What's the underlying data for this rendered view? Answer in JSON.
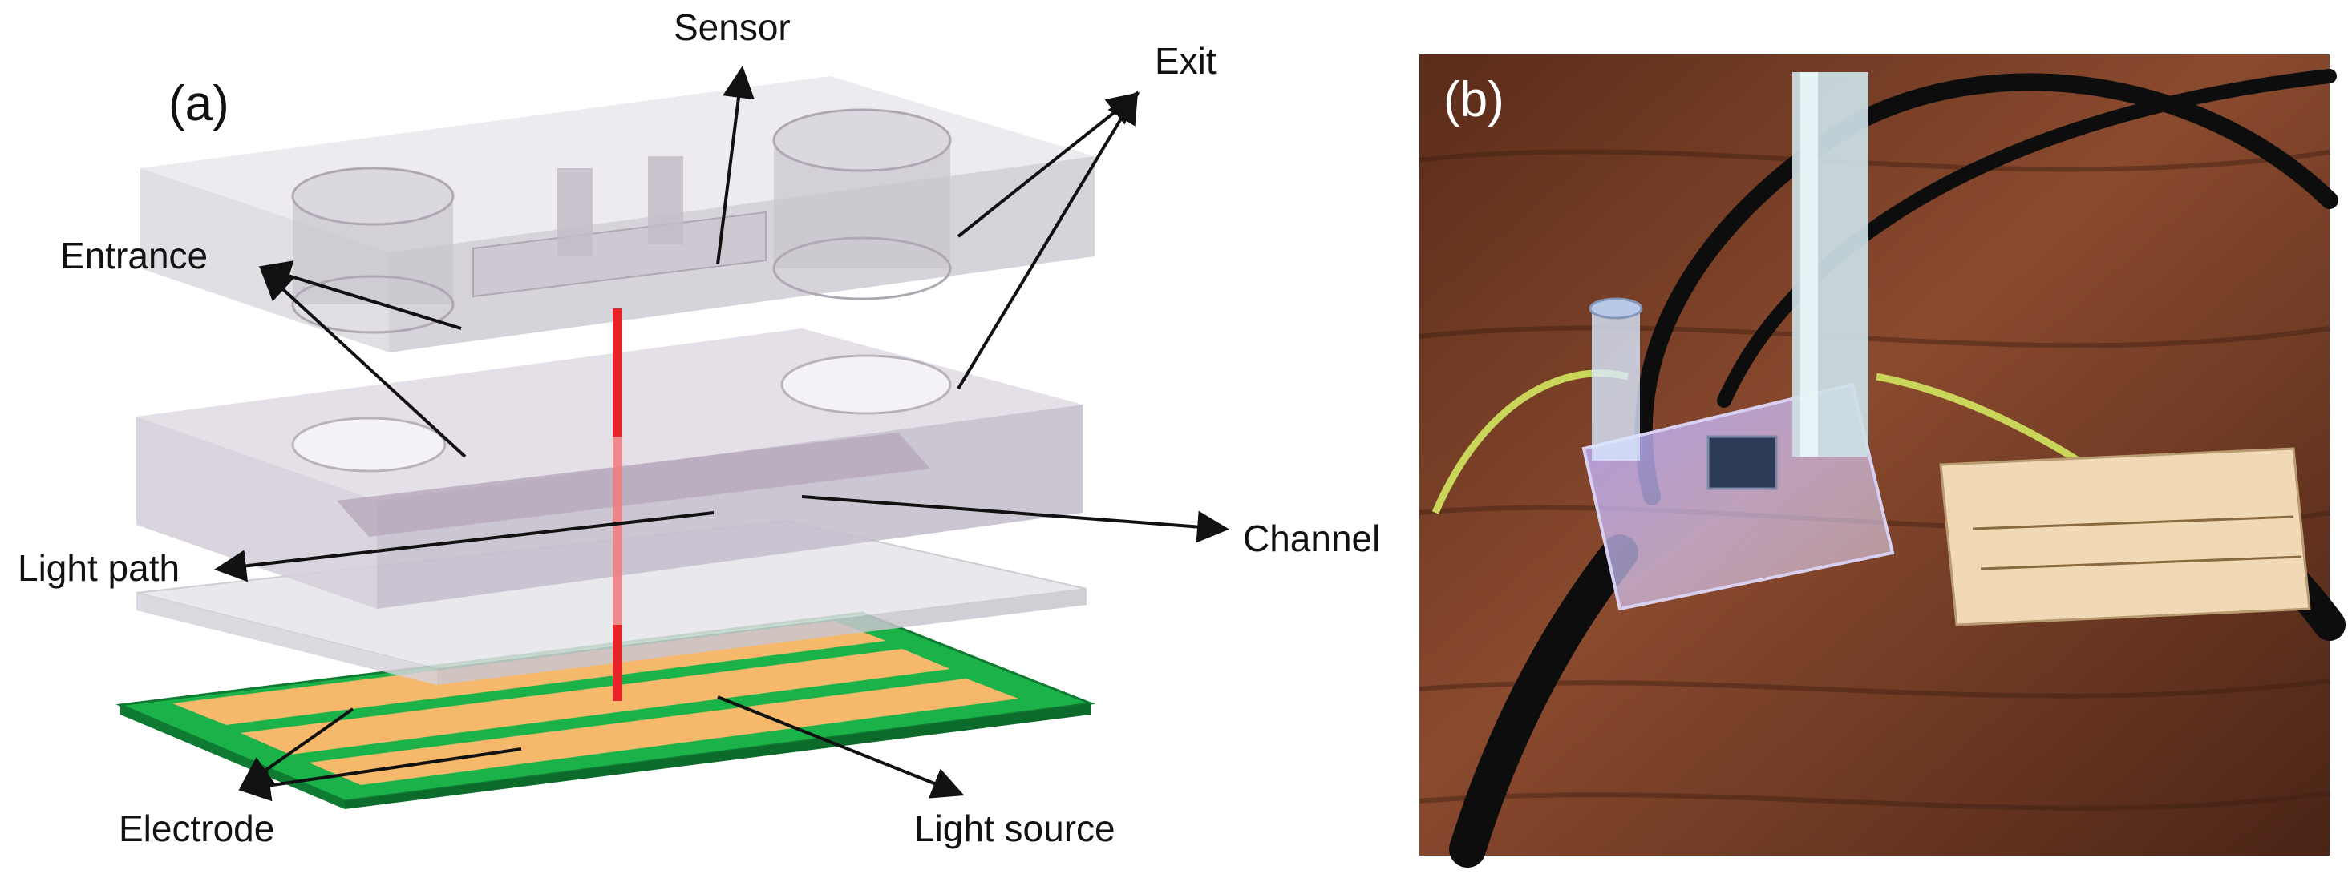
{
  "panel_a": {
    "label": "(a)",
    "labels": {
      "sensor": "Sensor",
      "exit": "Exit",
      "entrance": "Entrance",
      "channel": "Channel",
      "light_path": "Light path",
      "electrode": "Electrode",
      "light_source": "Light source"
    }
  },
  "panel_b": {
    "label": "(b)"
  },
  "colors": {
    "laser": "#e8242a",
    "pcb_green": "#1bb24a",
    "pcb_dark": "#0f7a32",
    "electrode_orange": "#f6b86b",
    "wood": "#6e3a24",
    "cable_yellow": "#c9d65a"
  }
}
